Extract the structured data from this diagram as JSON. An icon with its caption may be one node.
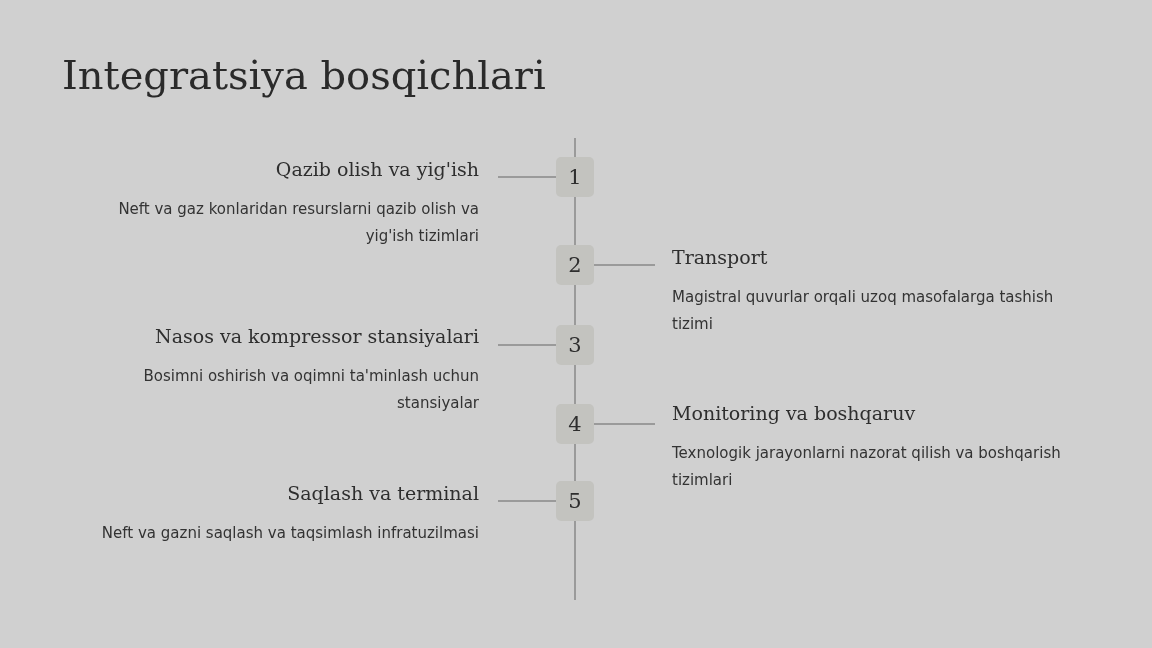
{
  "diagram": {
    "title": "Integratsiya bosqichlari",
    "nodes": [
      {
        "text": [
          "Qazib olish va yig'ish",
          "Neft va gaz konlaridan resurslarni qazib olish va yig'ish tizimlari"
        ]
      },
      {
        "text": [
          "1"
        ]
      },
      {
        "text": [
          "2"
        ]
      },
      {
        "text": [
          "Transport",
          "Magistral quvurlar orqali uzoq masofalarga tashish tizimi"
        ]
      },
      {
        "text": [
          "Nasos va kompressor stansiyalari",
          "Bosimni oshirish va oqimni ta'minlash uchun stansiyalar"
        ]
      },
      {
        "text": [
          "3"
        ]
      },
      {
        "text": [
          "4"
        ]
      },
      {
        "text": [
          "Monitoring va boshqaruv",
          "Texnologik jarayonlarni nazorat qilish va boshqarish tizimlari"
        ]
      },
      {
        "text": [
          "Saqlash va terminal",
          "Neft va gazni saqlash va taqsimlash infratuzilmasi"
        ]
      },
      {
        "text": [
          "5"
        ]
      }
    ],
    "edges": [
      {
        "from": 1,
        "to": 0,
        "arrow": "none"
      },
      {
        "from": 2,
        "to": 3,
        "arrow": "none"
      },
      {
        "from": 5,
        "to": 4,
        "arrow": "none"
      },
      {
        "from": 6,
        "to": 7,
        "arrow": "none"
      },
      {
        "from": 9,
        "to": 8,
        "arrow": "none"
      },
      {
        "from": 1,
        "to": 2,
        "arrow": "none"
      },
      {
        "from": 2,
        "to": 5,
        "arrow": "none"
      },
      {
        "from": 5,
        "to": 6,
        "arrow": "none"
      },
      {
        "from": 6,
        "to": 9,
        "arrow": "none"
      }
    ]
  }
}
